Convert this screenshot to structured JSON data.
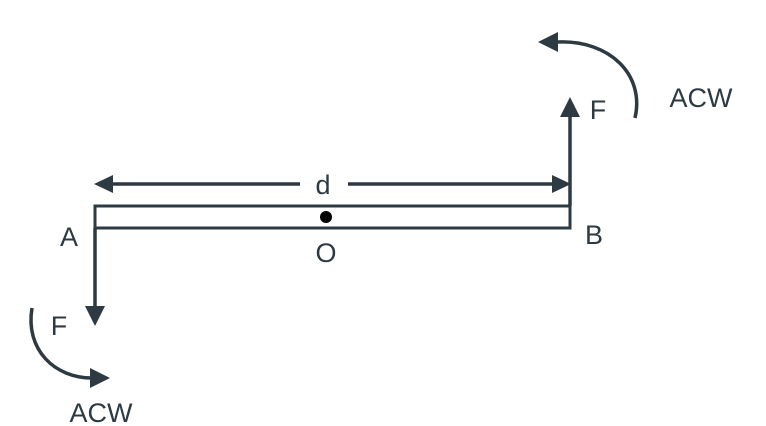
{
  "colors": {
    "stroke": "#2d3a42",
    "background": "#ffffff"
  },
  "labels": {
    "distance": "d",
    "pivot": "O",
    "end_a": "A",
    "end_b": "B",
    "force_b": "F",
    "force_a": "F",
    "rotation_top": "ACW",
    "rotation_bottom": "ACW"
  }
}
